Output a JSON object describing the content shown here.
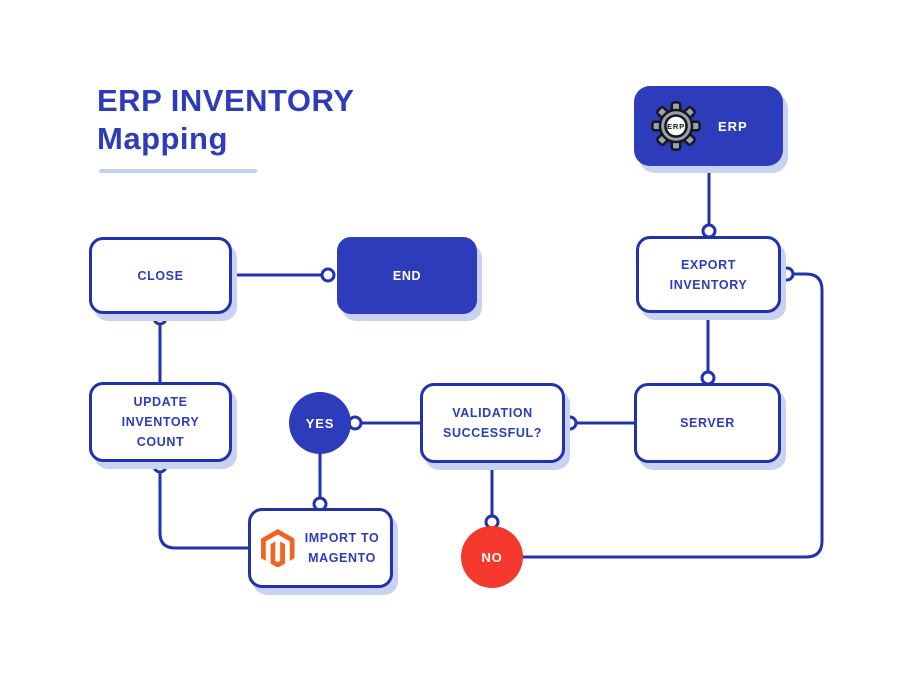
{
  "title": {
    "line1": "ERP INVENTORY",
    "line2": "Mapping"
  },
  "colors": {
    "primary_blue": "#2d3cbb",
    "line_blue": "#2132ae",
    "shadow_blue": "#c9d3f1",
    "underline": "#c5cfee",
    "red": "#f5382e",
    "magento_orange": "#f26322",
    "gear_gray": "#9aa2b0",
    "background": "#ffffff"
  },
  "nodes": {
    "erp_badge": {
      "label": "ERP",
      "icon": "erp-gear-icon",
      "icon_text": "ERP"
    },
    "close": {
      "label": "CLOSE"
    },
    "end": {
      "label": "END"
    },
    "export_inventory": {
      "label": "EXPORT INVENTORY"
    },
    "update_inventory_count": {
      "label": "UPDATE INVENTORY COUNT"
    },
    "yes": {
      "label": "YES"
    },
    "validation_successful": {
      "label": "VALIDATION SUCCESSFUL?"
    },
    "server": {
      "label": "SERVER"
    },
    "import_to_magento": {
      "label": "IMPORT TO MAGENTO",
      "icon": "magento-icon"
    },
    "no": {
      "label": "NO"
    }
  }
}
